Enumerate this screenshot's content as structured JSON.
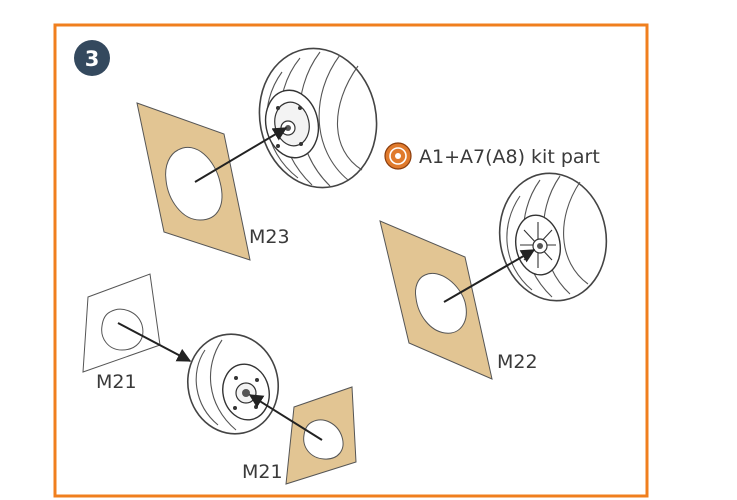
{
  "step": {
    "number": "3"
  },
  "colors": {
    "frame": "#f07f1e",
    "badge": "#34495e",
    "mask_fill": "#e2c593",
    "kit_icon": "#e07a2c"
  },
  "parts": {
    "m23": "M23",
    "m22": "M22",
    "m21_upper": "M21",
    "m21_lower": "M21"
  },
  "kit_note": {
    "text": "A1+A7(A8) kit part",
    "icon": "kit-part-reference-icon"
  }
}
